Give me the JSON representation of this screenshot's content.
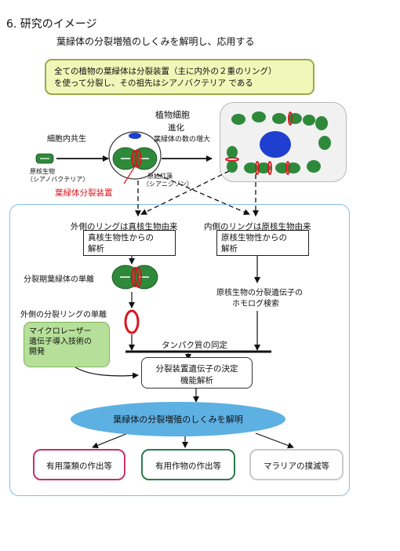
{
  "heading": {
    "title": "6. 研究のイメージ",
    "subtitle": "葉緑体の分裂増殖のしくみを解明し、応用する"
  },
  "intro": {
    "line1": "全ての植物の葉緑体は分裂装置（主に内外の２重のリング）",
    "line2": "を使って分裂し、その祖先はシアノバクテリア である"
  },
  "top_diagram": {
    "plant_cell_label": "植物細胞",
    "evolution_label": "進化",
    "chloroplast_increase": "葉緑体の数の増大",
    "endosymbiosis": "細胞内共生",
    "prokaryote_label": "原核生物",
    "prokaryote_sub": "（シアノバクテリア）",
    "primitive_alga": "原始紅藻",
    "primitive_alga_sub": "（シアニジゾン）",
    "division_apparatus": "葉緑体分裂装置"
  },
  "left_branch": {
    "title": "外側のリングは真核生物由来",
    "box_line1": "真核生物性からの",
    "box_line2": "解析",
    "isolation_chloroplast": "分裂期葉緑体の単離",
    "isolation_ring": "外側の分裂リングの単離"
  },
  "right_branch": {
    "title": "内側のリングは原核生物由来",
    "box_line1": "原核生物性からの",
    "box_line2": "解析",
    "homolog_line1": "原核生物の分裂遺伝子の",
    "homolog_line2": "ホモログ検索"
  },
  "microlaser": {
    "line1": "マイクロレーザー",
    "line2": "遺伝子導入技術の",
    "line3": "開発"
  },
  "protein_id": "タンパク質の同定",
  "determination": {
    "line1": "分裂装置遺伝子の決定",
    "line2": "機能解析"
  },
  "mechanism": "葉緑体の分裂増殖のしくみを解明",
  "outcomes": {
    "algae": "有用藻類の作出等",
    "crops": "有用作物の作出等",
    "malaria": "マラリアの撲滅等"
  },
  "colors": {
    "chloroplast_green": "#2e8a3a",
    "ring_red": "#d8161e",
    "nucleus_blue": "#1f3fd0",
    "mechanism_blue": "#5cb0e2",
    "intro_fill": "#f1f7b8",
    "microlaser_fill": "#b6e09a",
    "algae_border": "#c23460",
    "crops_border": "#2c7a4b",
    "malaria_border": "#c9c9c9"
  }
}
